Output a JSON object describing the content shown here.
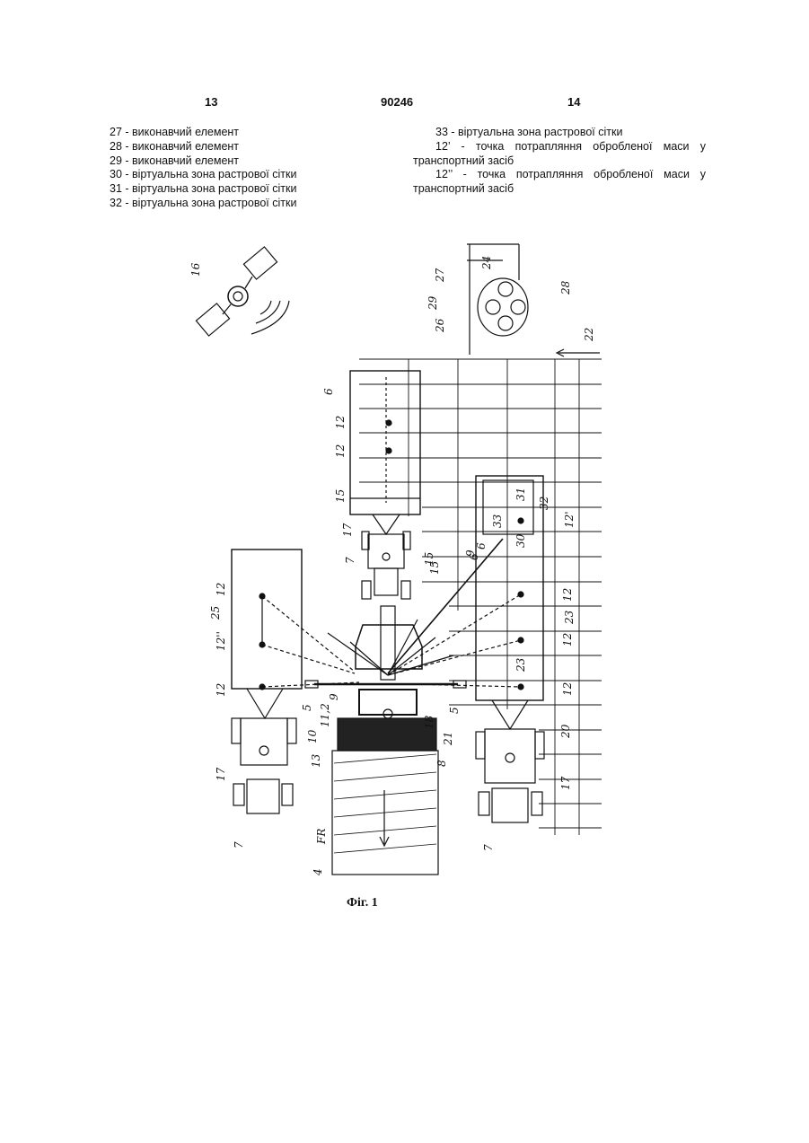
{
  "page": {
    "left_number": "13",
    "center_number": "90246",
    "right_number": "14"
  },
  "legend_left": [
    "27 - виконавчий елемент",
    "28 - виконавчий елемент",
    "29 - виконавчий елемент",
    "30 - віртуальна зона растрової сітки",
    "31 - віртуальна зона растрової сітки",
    "32 - віртуальна зона растрової сітки"
  ],
  "legend_right": [
    "33 - віртуальна зона растрової сітки",
    "12’ - точка потрапляння обробленої маси у транспортний засіб",
    "12’’ - точка потрапляння обробленої маси у транспортний засіб"
  ],
  "figure": {
    "caption": "Фіг. 1",
    "labels": [
      "16",
      "24",
      "27",
      "28",
      "29",
      "26",
      "22",
      "6",
      "12",
      "12",
      "15",
      "17",
      "7",
      "6",
      "15",
      "12",
      "25",
      "12''",
      "12",
      "17",
      "7",
      "5",
      "9",
      "11,2",
      "10",
      "13",
      "18",
      "8",
      "5",
      "21",
      "4",
      "FR",
      "33",
      "31",
      "32",
      "12'",
      "30",
      "9",
      "15",
      "12",
      "23",
      "12",
      "23",
      "12",
      "20",
      "17",
      "7",
      "6"
    ]
  }
}
